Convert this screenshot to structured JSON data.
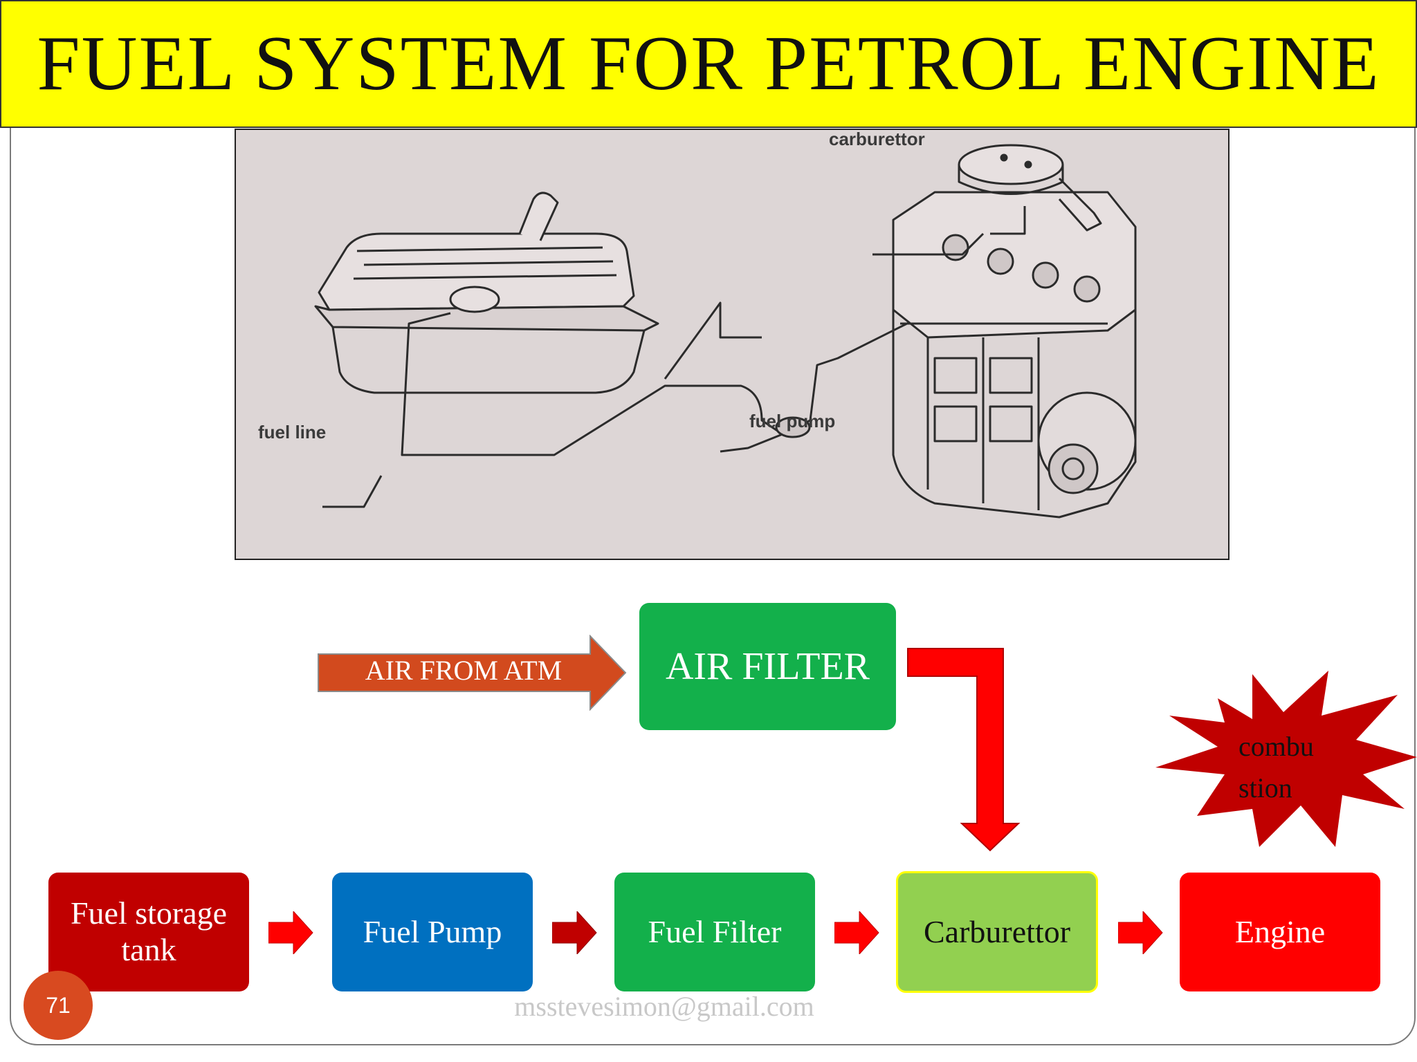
{
  "title": "FUEL SYSTEM FOR PETROL ENGINE",
  "figure": {
    "labels": {
      "carburettor": "carburettor",
      "fuel_line": "fuel line",
      "fuel_pump": "fuel pump"
    }
  },
  "air_arrow": {
    "label": "AIR FROM ATM",
    "color": "#d24a1e"
  },
  "air_filter": {
    "label": "AIR FILTER",
    "color": "#13b04b"
  },
  "combustion": {
    "line1": "combu",
    "line2": "stion",
    "color": "#c00000"
  },
  "flow": [
    {
      "label": "Fuel storage tank",
      "color": "#c00000"
    },
    {
      "label": "Fuel Pump",
      "color": "#0070c0"
    },
    {
      "label": "Fuel Filter",
      "color": "#13b04b"
    },
    {
      "label": "Carburettor",
      "color": "#92d050"
    },
    {
      "label": "Engine",
      "color": "#ff0000"
    }
  ],
  "slide_number": "71",
  "footer_email": "msstevesimon@gmail.com",
  "colors": {
    "title_bg": "#ffff00",
    "connector_red": "#ff0000"
  }
}
